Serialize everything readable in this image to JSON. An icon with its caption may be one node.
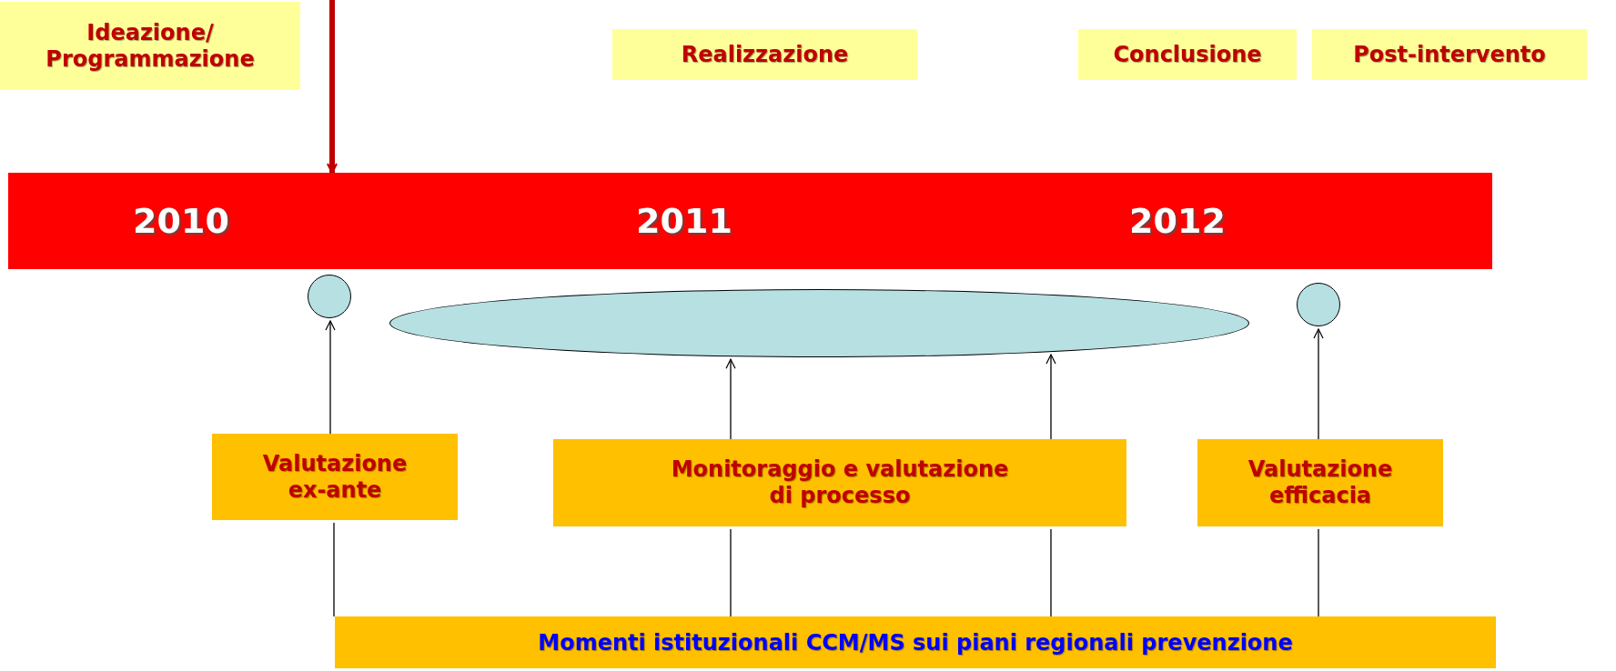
{
  "diagram": {
    "nodes": [
      {
        "text": [
          "Ideazione/ Programmazione"
        ]
      },
      {
        "text": [
          "Realizzazione"
        ]
      },
      {
        "text": [
          "Conclusione"
        ]
      },
      {
        "text": [
          "Post-intervento"
        ]
      },
      {
        "text": [
          "2010",
          "2011",
          "2012"
        ]
      },
      {
        "text": [],
        "shape": "circle"
      },
      {
        "text": [],
        "shape": "ellipse"
      },
      {
        "text": [],
        "shape": "circle"
      },
      {
        "text": [
          "Valutazione ex-ante"
        ]
      },
      {
        "text": [
          "Monitoraggio e valutazione di processo"
        ]
      },
      {
        "text": [
          "Valutazione efficacia"
        ]
      },
      {
        "text": [
          "Momenti istituzionali CCM/MS sui piani regionali prevenzione"
        ]
      }
    ],
    "edges": [
      {
        "from": null,
        "to": 4,
        "arrow": "to",
        "style": "thick",
        "color": "#c00000"
      },
      {
        "from": 11,
        "to": 8,
        "arrow": "none"
      },
      {
        "from": 8,
        "to": 5,
        "arrow": "to"
      },
      {
        "from": 11,
        "to": 9,
        "arrow": "none"
      },
      {
        "from": 9,
        "to": 6,
        "arrow": "to"
      },
      {
        "from": 11,
        "to": 9,
        "arrow": "none"
      },
      {
        "from": 9,
        "to": 6,
        "arrow": "to"
      },
      {
        "from": 11,
        "to": 10,
        "arrow": "none"
      },
      {
        "from": 10,
        "to": 7,
        "arrow": "to"
      }
    ]
  }
}
